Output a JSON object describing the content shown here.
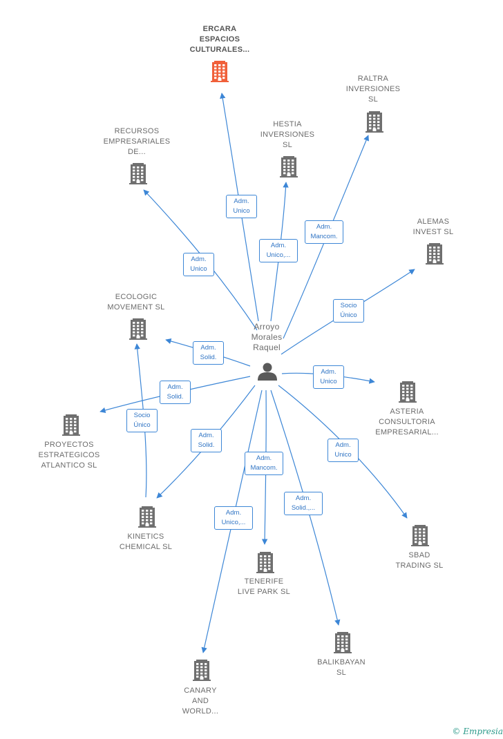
{
  "center": {
    "label": "Arroyo\nMorales\nRaquel"
  },
  "nodes": [
    {
      "id": "ercara",
      "label": "ERCARA\nESPACIOS\nCULTURALES...",
      "main": true
    },
    {
      "id": "raltra",
      "label": "RALTRA\nINVERSIONES\nSL"
    },
    {
      "id": "hestia",
      "label": "HESTIA\nINVERSIONES\nSL"
    },
    {
      "id": "recursos",
      "label": "RECURSOS\nEMPRESARIALES\nDE..."
    },
    {
      "id": "alemas",
      "label": "ALEMAS\nINVEST  SL"
    },
    {
      "id": "ecologic",
      "label": "ECOLOGIC\nMOVEMENT  SL"
    },
    {
      "id": "asteria",
      "label": "ASTERIA\nCONSULTORIA\nEMPRESARIAL..."
    },
    {
      "id": "proyectos",
      "label": "PROYECTOS\nESTRATEGICOS\nATLANTICO  SL"
    },
    {
      "id": "kinetics",
      "label": "KINETICS\nCHEMICAL  SL"
    },
    {
      "id": "sbad",
      "label": "SBAD\nTRADING  SL"
    },
    {
      "id": "tenerife",
      "label": "TENERIFE\nLIVE PARK  SL"
    },
    {
      "id": "balikbayan",
      "label": "BALIKBAYAN\nSL"
    },
    {
      "id": "canary",
      "label": "CANARY\nAND\nWORLD..."
    }
  ],
  "edges": [
    {
      "id": "e-ercara",
      "label": "Adm.\nUnico"
    },
    {
      "id": "e-raltra",
      "label": "Adm.\nMancom."
    },
    {
      "id": "e-hestia",
      "label": "Adm.\nUnico,..."
    },
    {
      "id": "e-recursos",
      "label": "Adm.\nUnico"
    },
    {
      "id": "e-alemas",
      "label": "Socio\nÚnico"
    },
    {
      "id": "e-ecologic",
      "label": "Adm.\nSolid."
    },
    {
      "id": "e-asteria",
      "label": "Adm.\nUnico"
    },
    {
      "id": "e-proyectos",
      "label": "Adm.\nSolid."
    },
    {
      "id": "e-kin-eco",
      "label": "Socio\nÚnico"
    },
    {
      "id": "e-kinetics",
      "label": "Adm.\nSolid."
    },
    {
      "id": "e-sbad",
      "label": "Adm.\nUnico"
    },
    {
      "id": "e-tenerife",
      "label": "Adm.\nMancom."
    },
    {
      "id": "e-balikbayan",
      "label": "Adm.\nSolid.,..."
    },
    {
      "id": "e-canary",
      "label": "Adm.\nUnico,..."
    }
  ],
  "colors": {
    "edge": "#3c86d6",
    "building": "#6f6f6f",
    "main_building": "#f0603a",
    "person": "#5a5a5a"
  },
  "watermark": {
    "copyright": "©",
    "brand": "Empresia"
  }
}
